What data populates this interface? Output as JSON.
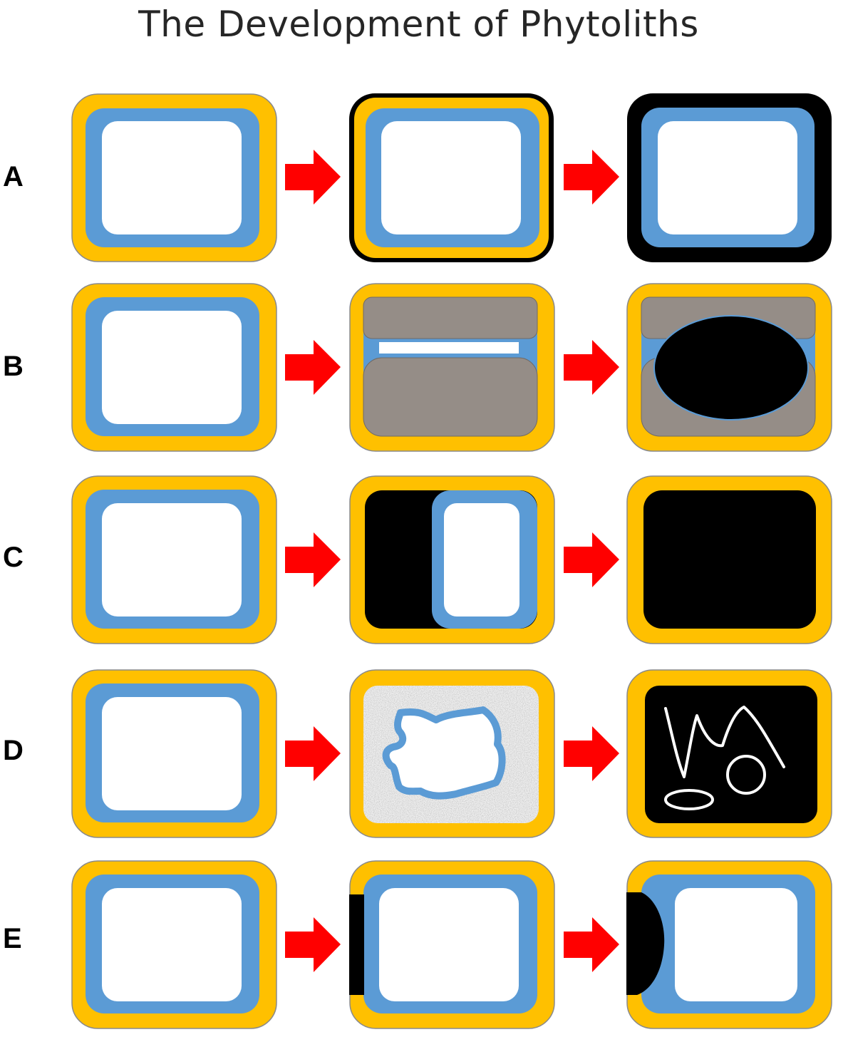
{
  "title": "The Development of Phytoliths",
  "rows": [
    {
      "label": "A"
    },
    {
      "label": "B"
    },
    {
      "label": "C"
    },
    {
      "label": "D"
    },
    {
      "label": "E"
    }
  ],
  "colors": {
    "cell_wall": "#ffc000",
    "cytoplasm": "#5b9bd5",
    "vacuole": "#ffffff",
    "silica": "#000000",
    "organelle": "#958d87",
    "arrow": "#ff0000",
    "outline": "#8a8a8a",
    "label_text": "#000000",
    "title_text": "#262626"
  }
}
